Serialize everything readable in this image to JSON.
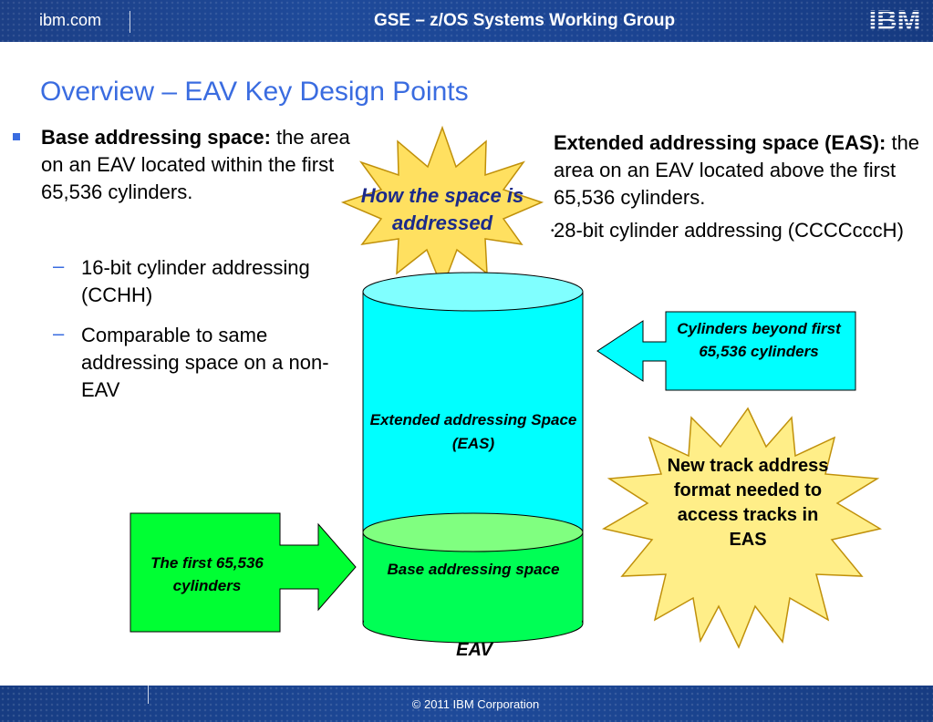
{
  "header": {
    "site": "ibm.com",
    "title": "GSE – z/OS Systems Working Group",
    "logo_text": "IBM"
  },
  "slide": {
    "title": "Overview – EAV Key Design Points"
  },
  "left": {
    "base_heading": "Base addressing space:",
    "base_text": "the area on an EAV located within the first 65,536 cylinders.",
    "sub_bullets": [
      "16-bit cylinder addressing (CCHH)",
      "Comparable to same addressing space on a non-EAV"
    ]
  },
  "right": {
    "eas_heading": "Extended addressing space (EAS):",
    "eas_text": "the area on an EAV located above the first 65,536 cylinders.",
    "eas_sub": "28-bit cylinder addressing (CCCCcccH)"
  },
  "diagram": {
    "star_top": "How the space is addressed",
    "cylinder_top_label": "Extended addressing Space (EAS)",
    "cylinder_bottom_label": "Base addressing space",
    "cylinder_caption": "EAV",
    "cyan_arrow_label": "Cylinders beyond first 65,536 cylinders",
    "green_arrow_label": "The first 65,536 cylinders",
    "star_right": "New track address format needed to access tracks in EAS"
  },
  "footer": {
    "copyright": "© 2011 IBM Corporation"
  },
  "colors": {
    "title_blue": "#3a6ce0",
    "header_blue": "#1e4a9a",
    "cyan": "#00ffff",
    "green": "#00ff55",
    "light_green": "#80ff80",
    "star_fill": "#ffe060",
    "star_edge": "#c0900a"
  }
}
